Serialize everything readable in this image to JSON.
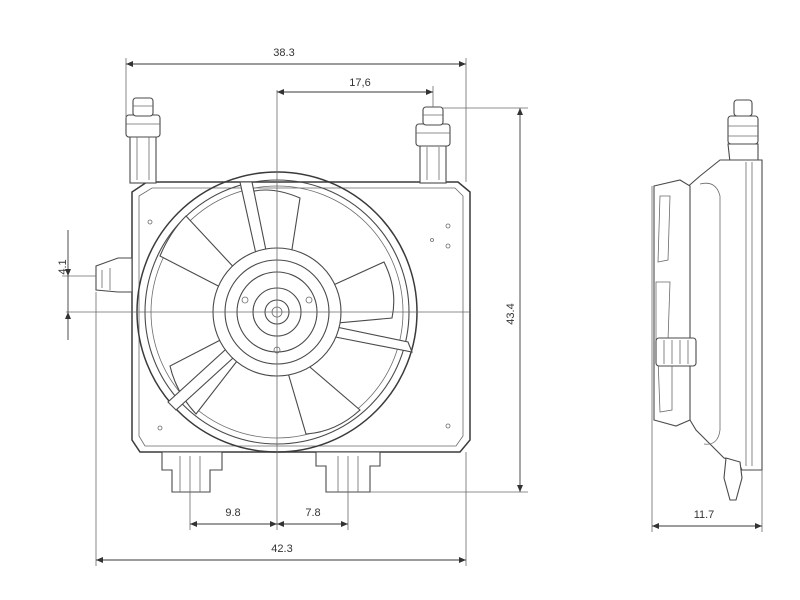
{
  "dimensions": {
    "overall_width_top": "38.3",
    "offset_top": "17,6",
    "overall_height": "43.4",
    "left_offset_vertical": "4.1",
    "bottom_left_offset": "9.8",
    "bottom_right_offset": "7.8",
    "overall_width_bottom": "42.3",
    "side_depth": "11.7"
  },
  "colors": {
    "line": "#4a4a4a",
    "background": "#ffffff"
  }
}
